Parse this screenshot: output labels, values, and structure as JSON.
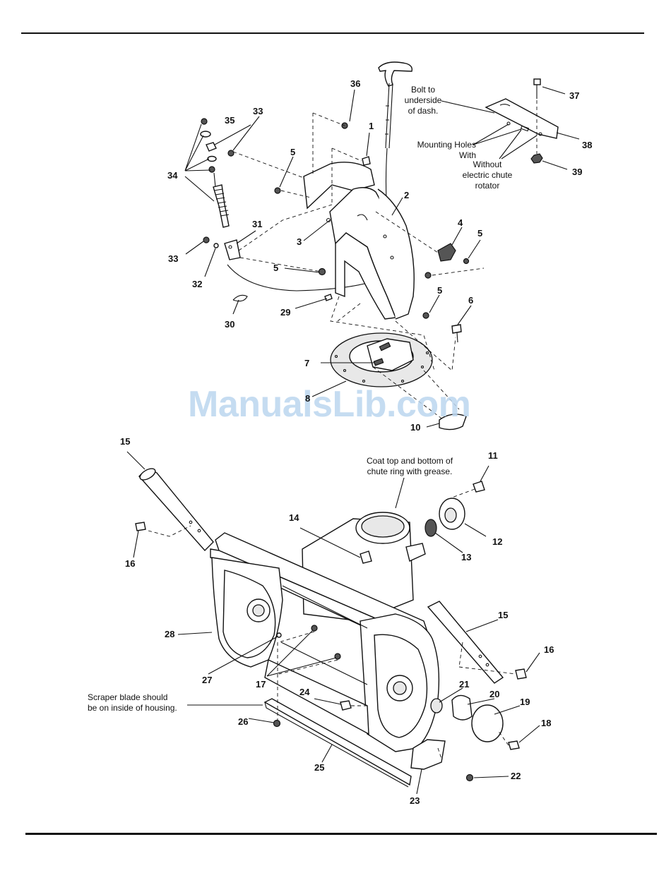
{
  "callouts": {
    "upper": [
      "36",
      "1",
      "35",
      "33",
      "34",
      "5",
      "2",
      "31",
      "3",
      "4",
      "5",
      "33",
      "32",
      "5",
      "29",
      "30",
      "5",
      "6",
      "7",
      "8",
      "10",
      "37",
      "38",
      "39"
    ],
    "lower": [
      "15",
      "11",
      "14",
      "12",
      "13",
      "16",
      "15",
      "28",
      "16",
      "27",
      "17",
      "21",
      "20",
      "19",
      "24",
      "18",
      "26",
      "25",
      "22",
      "23"
    ]
  },
  "notes": {
    "bolt_dash": "Bolt to\nunderside\nof dash.",
    "mounting_holes_with": "Mounting Holes\nWith",
    "without_rotator": "Without\nelectric chute\nrotator",
    "coat_grease": "Coat top and bottom of\nchute ring with grease.",
    "scraper": "Scraper blade should\nbe on inside of housing."
  },
  "watermark": "ManualsLib.com"
}
